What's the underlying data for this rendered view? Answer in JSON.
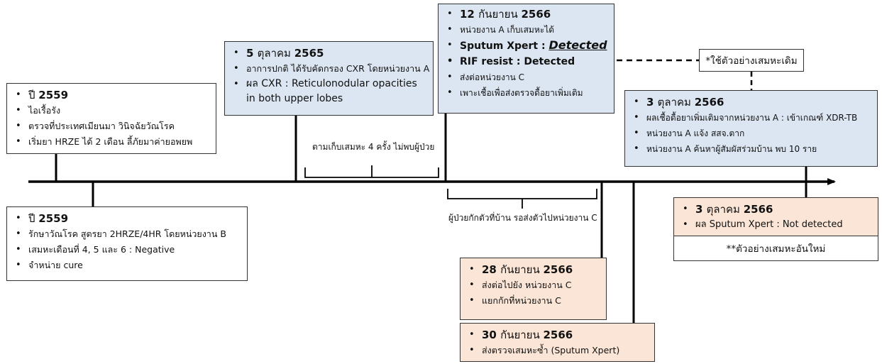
{
  "box_2559_a": {
    "title_prefix": "ปี ",
    "title_year": "2559",
    "items": [
      "ไอเรื้อรัง",
      "ตรวจที่ประเทศเมียนมา วินิจฉัยวัณโรค",
      "เริ่มยา HRZE ได้ 2 เดือน ลี้ภัยมาค่ายอพยพ"
    ]
  },
  "box_2559_b": {
    "title_prefix": "ปี ",
    "title_year": "2559",
    "items": [
      "รักษาวัณโรค สูตรยา 2HRZE/4HR โดยหน่วยงาน B",
      "เสมหะเดือนที่ 4, 5 และ 6 : Negative",
      "จำหน่าย cure"
    ]
  },
  "box_oct_2565": {
    "title_day": "5 ",
    "title_month": "ตุลาคม ",
    "title_year": "2565",
    "items": [
      "อาการปกติ ได้รับคัดกรอง CXR โดยหน่วยงาน A",
      "ผล CXR : Reticulonodular opacities in both upper lobes"
    ]
  },
  "box_sep12_2566": {
    "title_day": "12 ",
    "title_month": "กันยายน ",
    "title_year": "2566",
    "item1": "หน่วยงาน A เก็บเสมหะได้",
    "xpert_label": "Sputum Xpert : ",
    "xpert_value": "Detected",
    "rif": "RIF resist : Detected",
    "item4": "ส่งต่อหน่วยงาน C",
    "item5": "เพาะเชื้อเพื่อส่งตรวจดื้อยาเพิ่มเติม"
  },
  "note_same_sample": "*ใช้ตัวอย่างเสมหะเดิม",
  "box_oct3_2566_top": {
    "title_day": "3 ",
    "title_month": "ตุลาคม ",
    "title_year": "2566",
    "items": [
      "ผลเชื้อดื้อยาเพิ่มเติมจากหน่วยงาน A : เข้าเกณฑ์ XDR-TB",
      "หน่วยงาน A แจ้ง สสจ.ตาก",
      "หน่วยงาน A ค้นหาผู้สัมผัสร่วมบ้าน พบ 10 ราย"
    ]
  },
  "box_oct3_2566_bottom": {
    "title_day": "3 ",
    "title_month": "ตุลาคม ",
    "title_year": "2566",
    "items": [
      "ผล Sputum Xpert : Not detected"
    ],
    "footnote": "**ตัวอย่างเสมหะอันใหม่"
  },
  "box_sep28_2566": {
    "title_day": "28 ",
    "title_month": "กันยายน ",
    "title_year": "2566",
    "items": [
      "ส่งต่อไปยัง หน่วยงาน C",
      "แยกกักที่หน่วยงาน C"
    ]
  },
  "box_sep30_2566": {
    "title_day": "30 ",
    "title_month": "กันยายน ",
    "title_year": "2566",
    "items": [
      "ส่งตรวจเสมหะซ้ำ (Sputum Xpert)"
    ]
  },
  "brace_notes": {
    "follow_up": "ตามเก็บเสมหะ 4 ครั้ง ไม่พบผู้ป่วย",
    "isolation": "ผู้ป่วยกักตัวที่บ้าน รอส่งตัวไปหน่วยงาน C"
  },
  "colors": {
    "blue_box": "#dce6f2",
    "peach_box": "#fbe5d6",
    "line": "#000000"
  }
}
